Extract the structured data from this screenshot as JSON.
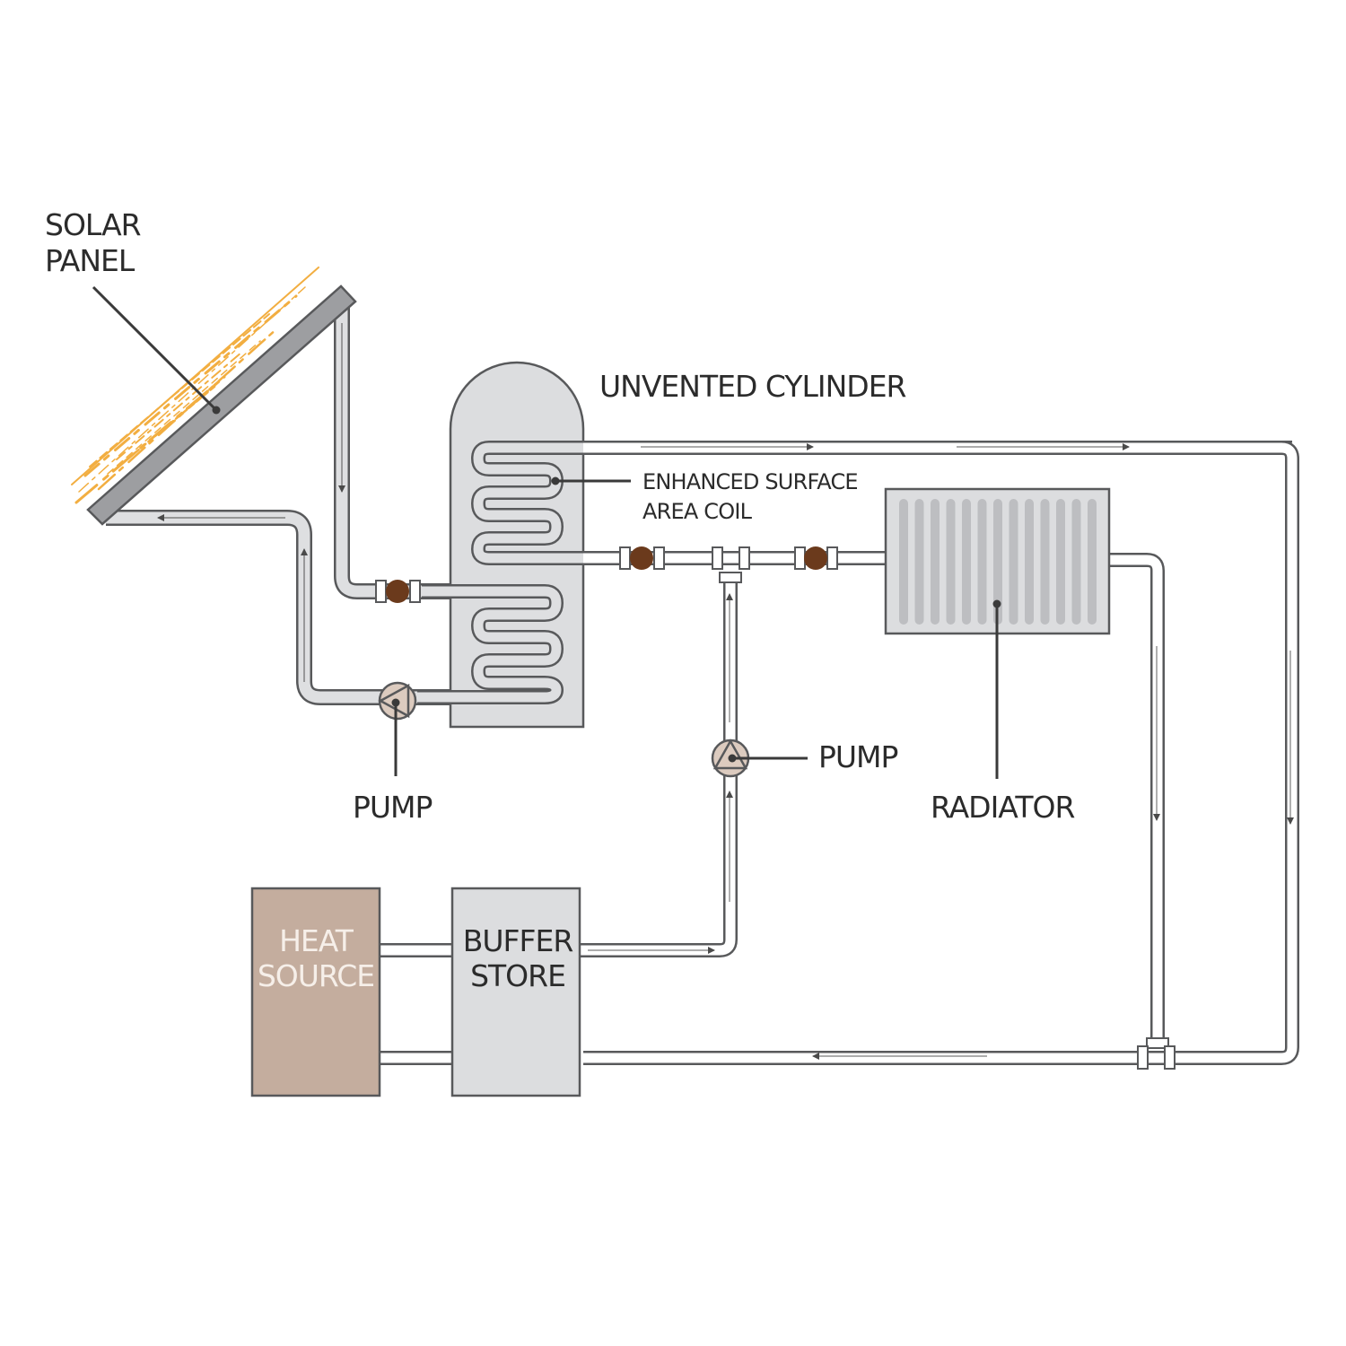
{
  "title": "Solar and heat source heating system diagram",
  "labels": {
    "solar_panel": [
      "SOLAR",
      "PANEL"
    ],
    "unvented_cylinder": "UNVENTED CYLINDER",
    "coil": [
      "ENHANCED SURFACE",
      "AREA COIL"
    ],
    "pump_solar": "PUMP",
    "pump_heating": "PUMP",
    "radiator": "RADIATOR",
    "heat_source": [
      "HEAT",
      "SOURCE"
    ],
    "buffer_store": [
      "BUFFER",
      "STORE"
    ]
  },
  "components": [
    {
      "id": "solar-panel",
      "name": "Solar Panel"
    },
    {
      "id": "unvented-cylinder",
      "name": "Unvented Cylinder"
    },
    {
      "id": "enhanced-coil",
      "name": "Enhanced Surface Area Coil"
    },
    {
      "id": "solar-pump",
      "name": "Pump"
    },
    {
      "id": "heating-pump",
      "name": "Pump"
    },
    {
      "id": "radiator",
      "name": "Radiator"
    },
    {
      "id": "heat-source",
      "name": "Heat Source"
    },
    {
      "id": "buffer-store",
      "name": "Buffer Store"
    }
  ],
  "radiator_fins": 13,
  "colors": {
    "pipe_fill": "#dedfe1",
    "pipe_outline": "#58595b",
    "panel": "#9d9ea1",
    "tank_fill": "#dcdddf",
    "heat_source_fill": "#c4ad9e",
    "valve": "#6b3a1c",
    "pump_fill": "#dccbbf",
    "sun_rays": "#f0a020",
    "text": "#2b2b2b"
  }
}
